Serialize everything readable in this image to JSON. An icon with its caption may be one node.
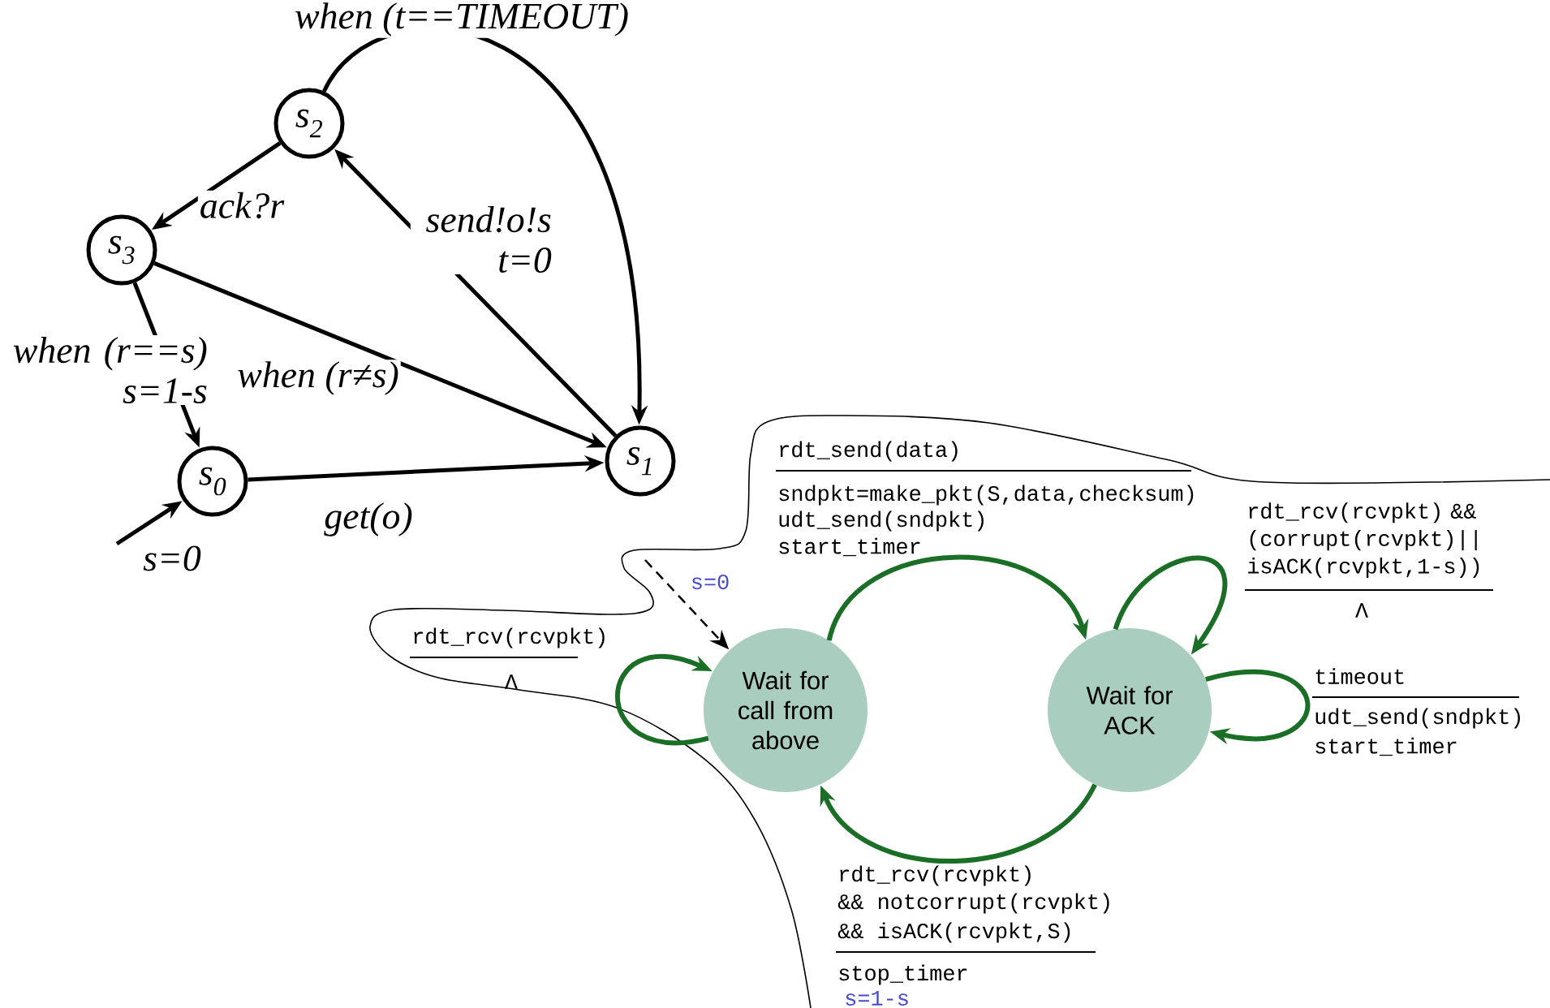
{
  "diagram": {
    "nodes": [
      {
        "text": [
          "s$_{0}$"
        ]
      },
      {
        "text": [
          "s$_{1}$"
        ]
      },
      {
        "text": [
          "s$_{2}$"
        ]
      },
      {
        "text": [
          "s$_{3}$"
        ]
      },
      {
        "text": [
          "Wait for call from above"
        ]
      },
      {
        "text": [
          "Wait for ACK"
        ]
      }
    ],
    "edges": [
      {
        "from": null,
        "to": 0,
        "arrow": "to",
        "label": "s=0"
      },
      {
        "from": 0,
        "to": 1,
        "arrow": "to",
        "label": "get(o)"
      },
      {
        "from": 1,
        "to": 2,
        "arrow": "to",
        "label": "send!o!s t=0"
      },
      {
        "from": 2,
        "to": 3,
        "arrow": "to",
        "label": "ack?r"
      },
      {
        "from": 3,
        "to": 0,
        "arrow": "to",
        "label": "when (r==s) s=1-s"
      },
      {
        "from": 3,
        "to": 1,
        "arrow": "to",
        "label": "when (r≠s)"
      },
      {
        "from": 2,
        "to": 1,
        "arrow": "to",
        "label": "when (t==TIMEOUT)"
      },
      {
        "from": null,
        "to": 4,
        "arrow": "to",
        "label": "s=0",
        "style": "dashed"
      },
      {
        "from": 4,
        "to": 4,
        "arrow": "to",
        "label": "rdt_rcv(rcvpkt)",
        "color": "#1b6e25"
      },
      {
        "from": 4,
        "to": 5,
        "arrow": "to",
        "label": "rdt_send(data)",
        "color": "#1b6e25"
      },
      {
        "from": 5,
        "to": 5,
        "arrow": "to",
        "label": "rdt_rcv(rcvpkt) && (corrupt(rcvpkt)|| isACK(rcvpkt,1-s))",
        "color": "#1b6e25"
      },
      {
        "from": 5,
        "to": 5,
        "arrow": "to",
        "label": "timeout",
        "color": "#1b6e25"
      },
      {
        "from": 5,
        "to": 4,
        "arrow": "to",
        "label": "rdt_rcv(rcvpkt)",
        "color": "#1b6e25"
      }
    ],
    "labels": [
      "sndpkt=make_pkt(S,data,checksum)",
      "udt_send(sndpkt)",
      "start_timer",
      "Λ",
      "Λ",
      "udt_send(sndpkt)",
      "start_timer",
      "&& notcorrupt(rcvpkt)",
      "&& isACK(rcvpkt,S)",
      "stop_timer",
      "s=1-s"
    ]
  }
}
